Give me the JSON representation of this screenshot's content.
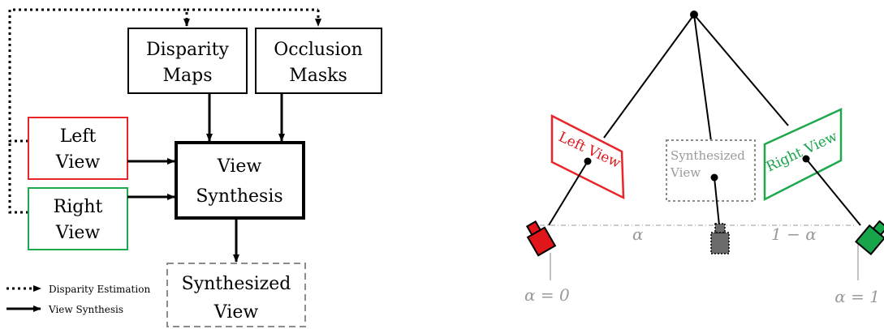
{
  "flowchart": {
    "disparity_maps": [
      "Disparity",
      "Maps"
    ],
    "occlusion_masks": [
      "Occlusion",
      "Masks"
    ],
    "left_view": [
      "Left",
      "View"
    ],
    "right_view": [
      "Right",
      "View"
    ],
    "view_synthesis": [
      "View",
      "Synthesis"
    ],
    "synthesized_view": [
      "Synthesized",
      "View"
    ]
  },
  "legend": {
    "disparity_estimation": "Disparity Estimation",
    "view_synthesis": "View Synthesis"
  },
  "camera_diagram": {
    "left_view_label": "Left View",
    "right_view_label": "Right View",
    "synthesized_view_label": [
      "Synthesized",
      "View"
    ],
    "alpha_label": "α",
    "one_minus_alpha_label": "1 − α",
    "alpha_zero_label": "α = 0",
    "alpha_one_label": "α = 1"
  },
  "colors": {
    "left": "#e8262a",
    "right": "#1fa84b",
    "synth": "#8c8c8c",
    "left_cam": "#e0161b",
    "right_cam": "#17a44a",
    "synth_cam": "#6b6b6b"
  }
}
